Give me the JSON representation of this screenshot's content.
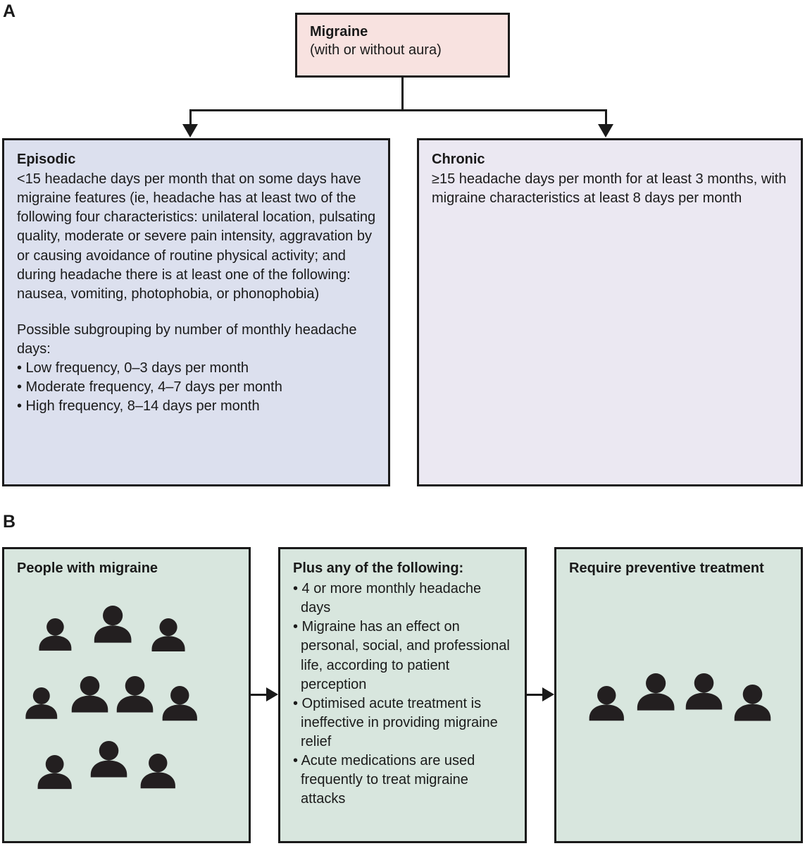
{
  "panels": {
    "a": {
      "label": "A"
    },
    "b": {
      "label": "B"
    }
  },
  "panel_a": {
    "root": {
      "title": "Migraine",
      "subtitle": "(with or without aura)",
      "fill_color": "#f8e2e0"
    },
    "branches": [
      {
        "heading": "Episodic",
        "fill_color": "#dce0ee",
        "body": "<15 headache days per month that on some days have migraine features (ie, headache has at least two of the following four characteristics: unilateral location, pulsating quality, moderate or severe pain intensity, aggravation by or causing avoidance of routine physical activity; and during headache there is at least one of the following: nausea, vomiting, photophobia, or phonophobia)",
        "subgroup_intro": "Possible subgrouping by number of monthly headache days:",
        "subgroup_items": [
          "• Low frequency, 0–3 days per month",
          "• Moderate frequency, 4–7 days per month",
          "• High frequency, 8–14 days per month"
        ]
      },
      {
        "heading": "Chronic",
        "fill_color": "#ebe8f2",
        "body": "≥15 headache days per month for at least 3 months, with migraine characteristics at least 8 days per month"
      }
    ]
  },
  "panel_b": {
    "fill_color": "#d8e6de",
    "people_box": {
      "heading": "People with migraine",
      "icon_name": "person-icon",
      "icon_count": 10
    },
    "criteria_box": {
      "heading": "Plus any of the following:",
      "items": [
        "• 4 or more monthly headache days",
        "• Migraine has an effect on personal, social, and professional life, according to patient perception",
        "• Optimised acute treatment is ineffective in providing migraine relief",
        "• Acute medications are used frequently to treat migraine attacks"
      ]
    },
    "require_box": {
      "heading": "Require preventive treatment",
      "icon_name": "person-icon",
      "icon_count": 4
    }
  },
  "colors": {
    "stroke": "#1a1a1a",
    "icon": "#231f20",
    "background": "#ffffff"
  }
}
